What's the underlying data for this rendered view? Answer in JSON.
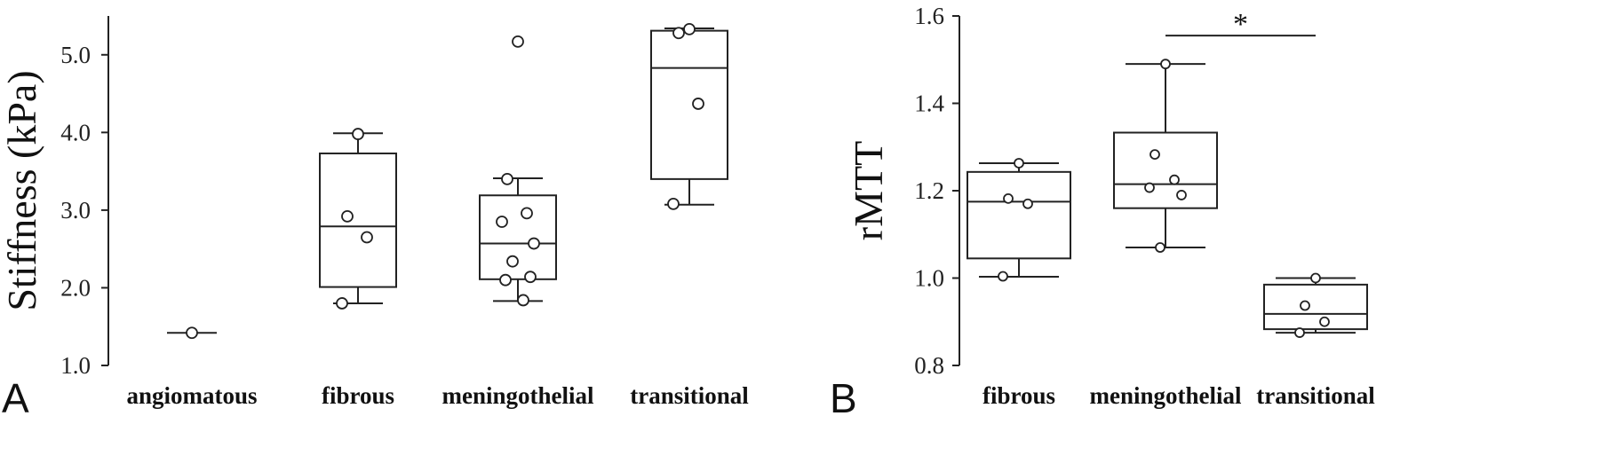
{
  "chart_data": [
    {
      "type": "box",
      "panel_label": "A",
      "ylabel": "Stiffness  (kPa)",
      "ylim": [
        1.0,
        5.5
      ],
      "yticks": [
        "1.0",
        "2.0",
        "3.0",
        "4.0",
        "5.0"
      ],
      "categories": [
        "angiomatous",
        "fibrous",
        "meningothelial",
        "transitional"
      ],
      "boxes": [
        {
          "category": "angiomatous",
          "q1": null,
          "median": null,
          "q3": null,
          "whisker_low": 1.42,
          "whisker_high": 1.42,
          "points": [
            1.42
          ]
        },
        {
          "category": "fibrous",
          "q1": 2.01,
          "median": 2.79,
          "q3": 3.73,
          "whisker_low": 1.8,
          "whisker_high": 3.99,
          "points": [
            3.98,
            2.92,
            2.65,
            1.8
          ]
        },
        {
          "category": "meningothelial",
          "q1": 2.11,
          "median": 2.57,
          "q3": 3.19,
          "whisker_low": 1.83,
          "whisker_high": 3.41,
          "points": [
            5.17,
            3.4,
            2.96,
            2.85,
            2.57,
            2.34,
            2.14,
            2.1,
            1.84
          ]
        },
        {
          "category": "transitional",
          "q1": 3.4,
          "median": 4.83,
          "q3": 5.31,
          "whisker_low": 3.07,
          "whisker_high": 5.34,
          "points": [
            5.33,
            5.28,
            4.37,
            3.08
          ]
        }
      ]
    },
    {
      "type": "box",
      "panel_label": "B",
      "ylabel": "rMTT",
      "ylim": [
        0.8,
        1.6
      ],
      "yticks": [
        "0.8",
        "1.0",
        "1.2",
        "1.4",
        "1.6"
      ],
      "categories": [
        "fibrous",
        "meningothelial",
        "transitional"
      ],
      "boxes": [
        {
          "category": "fibrous",
          "q1": 1.045,
          "median": 1.175,
          "q3": 1.243,
          "whisker_low": 1.003,
          "whisker_high": 1.263,
          "points": [
            1.263,
            1.182,
            1.17,
            1.004
          ]
        },
        {
          "category": "meningothelial",
          "q1": 1.16,
          "median": 1.215,
          "q3": 1.333,
          "whisker_low": 1.07,
          "whisker_high": 1.49,
          "points": [
            1.49,
            1.283,
            1.225,
            1.207,
            1.19,
            1.07
          ]
        },
        {
          "category": "transitional",
          "q1": 0.883,
          "median": 0.918,
          "q3": 0.985,
          "whisker_low": 0.875,
          "whisker_high": 1.0,
          "points": [
            1.0,
            0.937,
            0.9,
            0.875
          ]
        }
      ],
      "significance": {
        "from": "meningothelial",
        "to": "transitional",
        "y": 1.555,
        "label": "*"
      }
    }
  ]
}
